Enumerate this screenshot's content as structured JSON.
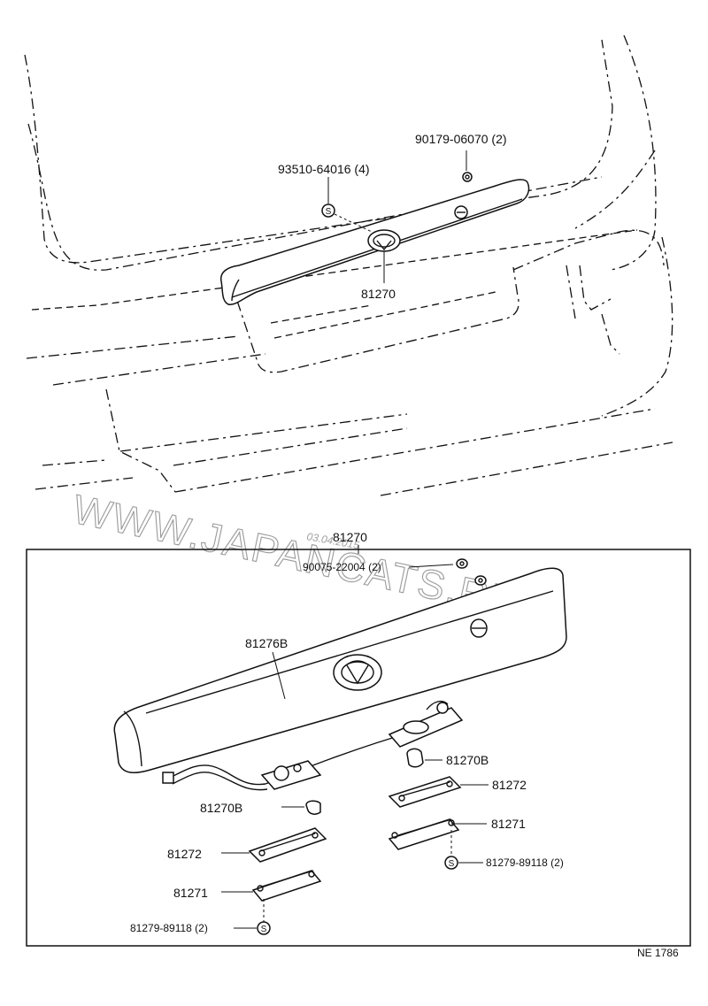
{
  "top_view": {
    "labels": {
      "nut_upper": "90179-06070 (2)",
      "screw_upper": "93510-64016 (4)",
      "garnish_assy": "81270"
    }
  },
  "detail_view": {
    "labels": {
      "assy_title": "81270",
      "nut": "90075-22004 (2)",
      "garnish_body": "81276B",
      "bulb_right": "81270B",
      "bulb_left": "81270B",
      "lens_right": "81272",
      "lens_left": "81272",
      "cover_right": "81271",
      "cover_left": "81271",
      "screw_right": "81279-89118 (2)",
      "screw_left": "81279-89118 (2)"
    },
    "screw_symbol": "S"
  },
  "figure_code": "NE 1786",
  "watermark": {
    "text": "WWW.JAPANCATS.RU",
    "date": "03.04.2015"
  }
}
